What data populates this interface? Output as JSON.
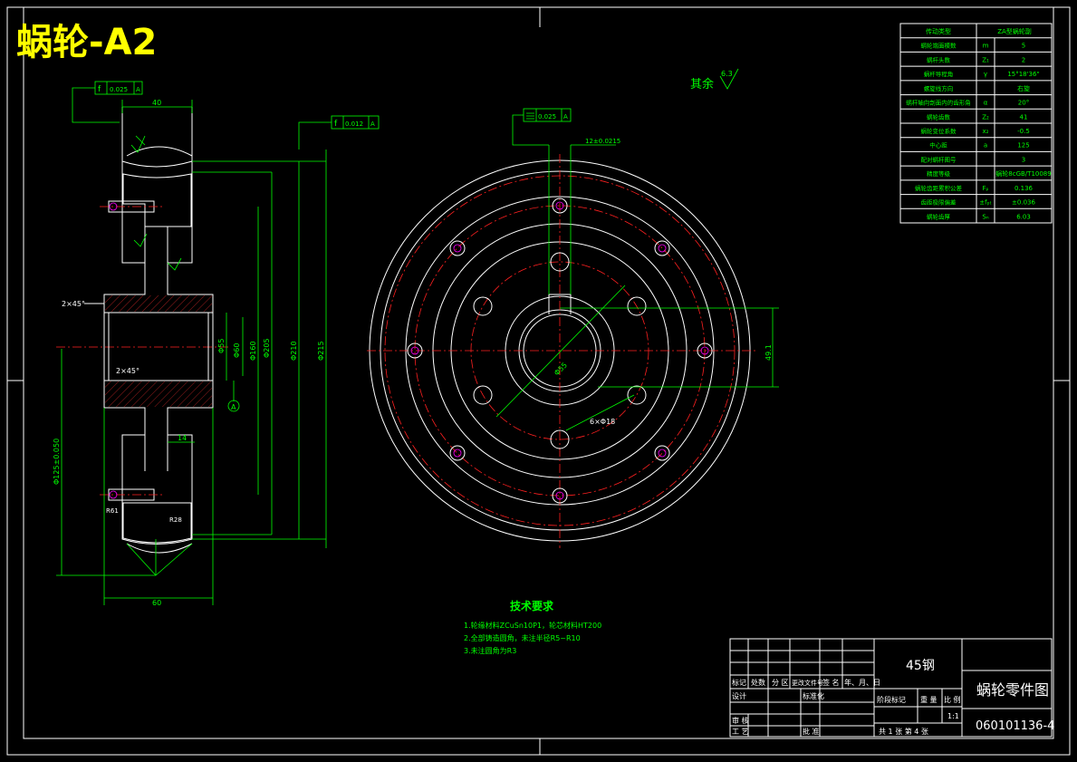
{
  "sheet_title": "蜗轮-A2",
  "colors": {
    "background": "#000000",
    "outline": "#ffffff",
    "dimension": "#00ff00",
    "centerline": "#ff2020",
    "title": "#ffff00"
  },
  "roughness_note": "其余",
  "roughness_value": "6.3",
  "left_view": {
    "tol_top": "0.025",
    "tol_top_ref": "A",
    "tol_mid": "0.012",
    "tol_mid_ref": "A",
    "dim_width_top": "40",
    "dim_width_bottom": "60",
    "chamfer_outer": "2×45°",
    "chamfer_inner": "2×45°",
    "dim_hub_small": "14",
    "dim_bore": "Φ55",
    "dim_bore2": "Φ60",
    "dim_d1": "Φ160",
    "dim_d2": "Φ205",
    "dim_d3": "Φ210",
    "dim_d4": "Φ215",
    "dim_bottom_vert": "Φ125±0.050",
    "r_small": "R61",
    "r_large": "R28",
    "datum": "A"
  },
  "front_view": {
    "tol_box": "0.025",
    "tol_ref": "A",
    "key_width": "12±0.0215",
    "bore_dim": "Φ55",
    "holes_label": "6×Φ18",
    "key_depth": "49.1"
  },
  "param_table": [
    {
      "name": "传动类型",
      "symbol": "",
      "value": "ZA型蜗轮副"
    },
    {
      "name": "蜗轮端面模数",
      "symbol": "m",
      "value": "5"
    },
    {
      "name": "蜗杆头数",
      "symbol": "Z₁",
      "value": "2"
    },
    {
      "name": "蜗杆导程角",
      "symbol": "γ",
      "value": "15°18'36\""
    },
    {
      "name": "螺旋线方向",
      "symbol": "",
      "value": "右旋"
    },
    {
      "name": "蜗杆轴向剖面内的齿形角",
      "symbol": "α",
      "value": "20°"
    },
    {
      "name": "蜗轮齿数",
      "symbol": "Z₂",
      "value": "41"
    },
    {
      "name": "蜗轮变位系数",
      "symbol": "x₂",
      "value": "-0.5"
    },
    {
      "name": "中心距",
      "symbol": "a",
      "value": "125"
    },
    {
      "name": "配对蜗杆图号",
      "symbol": "",
      "value": "3"
    },
    {
      "name": "精度等级",
      "symbol": "",
      "value": "蜗轮8cGB/T10089"
    },
    {
      "name": "蜗轮齿距累积公差",
      "symbol": "Fₚ",
      "value": "0.136"
    },
    {
      "name": "齿距极限偏差",
      "symbol": "±fₚₜ",
      "value": "±0.036"
    },
    {
      "name": "蜗轮齿厚",
      "symbol": "Sₙ",
      "value": "6.03"
    }
  ],
  "tech_req": {
    "title": "技术要求",
    "items": [
      "1.轮缘材料ZCuSn10P1，轮芯材料HT200",
      "2.全部铸造圆角，未注半径R5~R10",
      "3.未注圆角为R3"
    ]
  },
  "title_block": {
    "material": "45钢",
    "drawing_name": "蜗轮零件图",
    "drawing_no": "060101136-4",
    "scale": "1:1",
    "row_headers": [
      "标记",
      "处数",
      "分 区",
      "更改文件号",
      "签 名",
      "年、月、日"
    ],
    "design": "设计",
    "standard": "标准化",
    "review": "审 核",
    "process": "工 艺",
    "approve": "批 准",
    "stage": "阶段标记",
    "weight": "重 量",
    "ratio": "比 例",
    "sheets": "共 1 张  第 4 张"
  }
}
